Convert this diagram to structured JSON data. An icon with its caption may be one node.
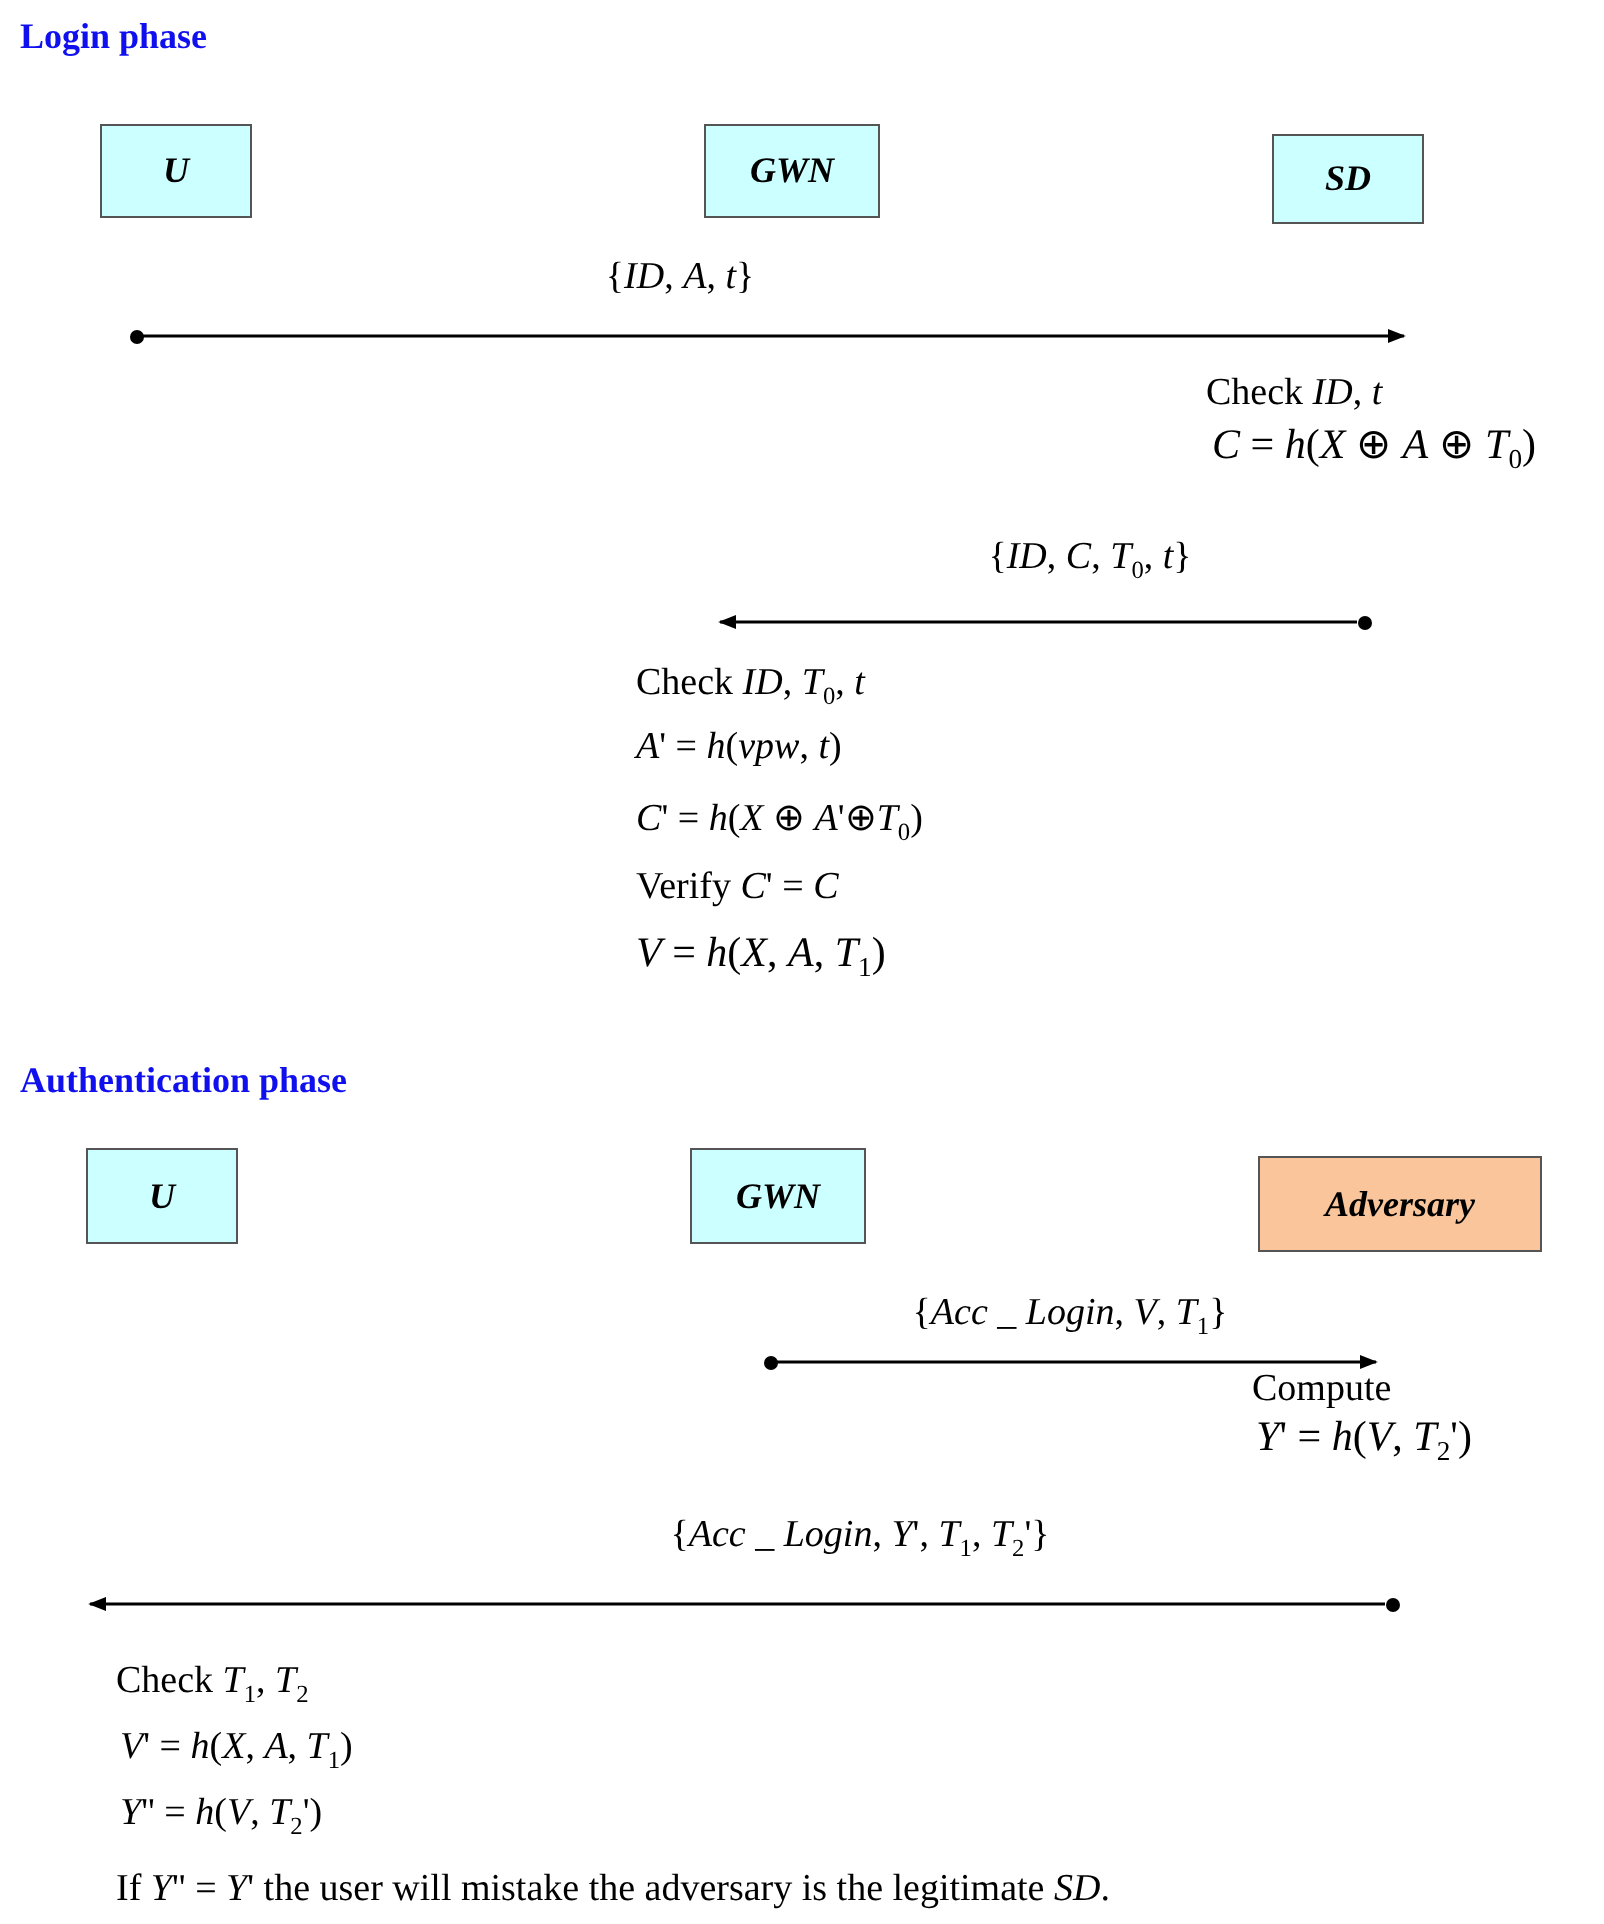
{
  "diagram": {
    "nodes": [
      {
        "text": [
          "U"
        ]
      },
      {
        "text": [
          "GWN"
        ]
      },
      {
        "text": [
          "SD"
        ]
      },
      {
        "text": [
          "U"
        ]
      },
      {
        "text": [
          "GWN"
        ]
      },
      {
        "text": [
          "Adversary"
        ]
      },
      {
        "text": [],
        "shape": "circle"
      },
      {
        "text": [],
        "shape": "circle"
      },
      {
        "text": [],
        "shape": "circle"
      },
      {
        "text": [],
        "shape": "circle"
      },
      {
        "text": [
          "Compute",
          "*Y*' = *h*(*V*, *T*$_{2}$')"
        ]
      }
    ],
    "edges": [
      {
        "from": 6,
        "to": null,
        "arrow": "to",
        "label": "{*ID*, *A*, *t*}"
      },
      {
        "from": 7,
        "to": null,
        "arrow": "to",
        "label": "{*ID*, *C*, *T*$_{0}$, *t*}"
      },
      {
        "from": 8,
        "to": 10,
        "arrow": "to",
        "label": "{*Acc* _ *Login*, *V*, *T*$_{1}$}"
      },
      {
        "from": 9,
        "to": null,
        "arrow": "to",
        "label": "{*Acc* _ *Login*, *Y*', *T*$_{1}$, *T*$_{2}$'}"
      }
    ],
    "labels": [
      "Login phase",
      "Check *ID*, *t*",
      "*C* = *h*(*X* ⊕ *A* ⊕ *T*$_{0}$)",
      "Check *ID*, *T*$_{0}$, *t*",
      "*A*' = *h*(*vpw*, *t*)",
      "*C*' = *h*(*X* ⊕ *A*'⊕*T*$_{0}$)",
      "Verify *C*' = *C*",
      "*V* = *h*(*X*, *A*, *T*$_{1}$)",
      "Authentication phase",
      "Check *T*$_{1}$, *T*$_{2}$",
      "*V*' = *h*(*X*, *A*, *T*$_{1}$)",
      "*Y*'' = *h*(*V*, *T*$_{2}$')",
      "If *Y*'' = *Y*' the user will mistake the adversary is the legitimate *SD*."
    ]
  }
}
